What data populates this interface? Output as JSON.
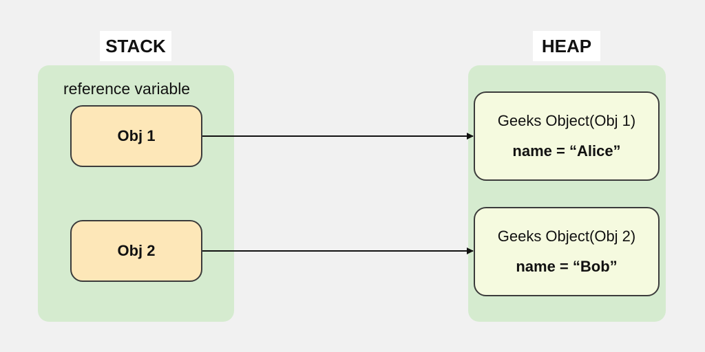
{
  "stack": {
    "title": "STACK",
    "caption": "reference variable",
    "refs": [
      {
        "label": "Obj 1"
      },
      {
        "label": "Obj 2"
      }
    ]
  },
  "heap": {
    "title": "HEAP",
    "objects": [
      {
        "title": "Geeks Object(Obj 1)",
        "field": "name = “Alice”"
      },
      {
        "title": "Geeks Object(Obj 2)",
        "field": "name = “Bob”"
      }
    ]
  },
  "colors": {
    "background": "#f1f1f1",
    "panel": "#d5ebcf",
    "ref_box": "#fde7b8",
    "object_box": "#f5fadf",
    "arrow": "#111111"
  }
}
